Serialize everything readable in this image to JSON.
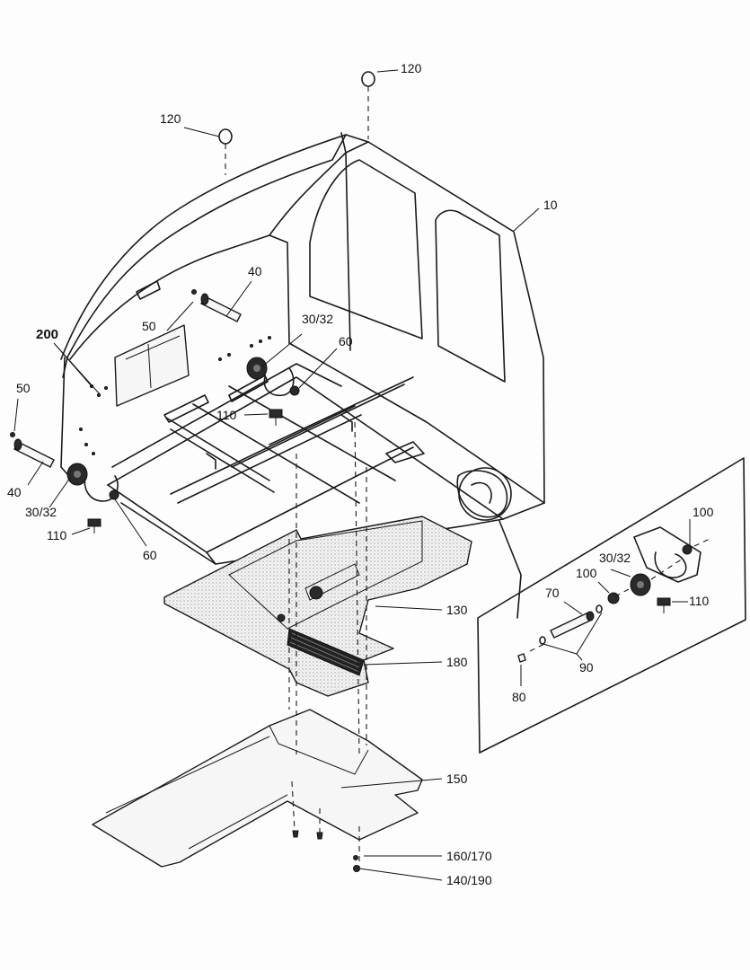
{
  "callouts": [
    {
      "id": "c-120a",
      "text": "120"
    },
    {
      "id": "c-120b",
      "text": "120"
    },
    {
      "id": "c-10",
      "text": "10"
    },
    {
      "id": "c-40a",
      "text": "40"
    },
    {
      "id": "c-50a",
      "text": "50"
    },
    {
      "id": "c-3032a",
      "text": "30/32"
    },
    {
      "id": "c-60a",
      "text": "60"
    },
    {
      "id": "c-200",
      "text": "200"
    },
    {
      "id": "c-50b",
      "text": "50"
    },
    {
      "id": "c-110a",
      "text": "110"
    },
    {
      "id": "c-40b",
      "text": "40"
    },
    {
      "id": "c-3032b",
      "text": "30/32"
    },
    {
      "id": "c-110b",
      "text": "110"
    },
    {
      "id": "c-60b",
      "text": "60"
    },
    {
      "id": "c-100a",
      "text": "100"
    },
    {
      "id": "c-3032c",
      "text": "30/32"
    },
    {
      "id": "c-100b",
      "text": "100"
    },
    {
      "id": "c-70",
      "text": "70"
    },
    {
      "id": "c-110c",
      "text": "110"
    },
    {
      "id": "c-90",
      "text": "90"
    },
    {
      "id": "c-80",
      "text": "80"
    },
    {
      "id": "c-130",
      "text": "130"
    },
    {
      "id": "c-180",
      "text": "180"
    },
    {
      "id": "c-150",
      "text": "150"
    },
    {
      "id": "c-160170",
      "text": "160/170"
    },
    {
      "id": "c-140190",
      "text": "140/190"
    }
  ]
}
